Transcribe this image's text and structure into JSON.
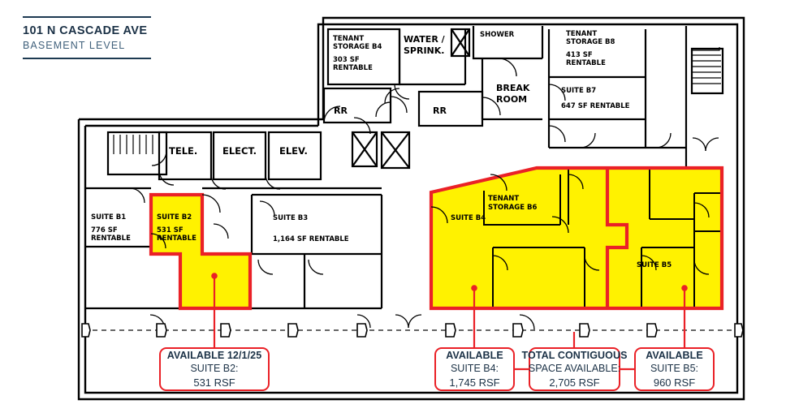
{
  "header": {
    "address": "101 N CASCADE AVE",
    "level": "BASEMENT LEVEL"
  },
  "colors": {
    "accent_red": "#ea2127",
    "highlight_yellow": "#fff200",
    "title_navy": "#1b3146",
    "wall_black": "#000000"
  },
  "plan": {
    "rooms": [
      {
        "id": "tenant-storage-b4",
        "name": "TENANT STORAGE B4",
        "area": "303 SF RENTABLE",
        "highlighted": false
      },
      {
        "id": "water-sprink",
        "name": "WATER / SPRINK.",
        "area": "",
        "highlighted": false
      },
      {
        "id": "shower",
        "name": "SHOWER",
        "area": "",
        "highlighted": false
      },
      {
        "id": "tenant-storage-b8",
        "name": "TENANT STORAGE B8",
        "area": "413 SF RENTABLE",
        "highlighted": false
      },
      {
        "id": "break-room",
        "name": "BREAK ROOM",
        "area": "",
        "highlighted": false
      },
      {
        "id": "suite-b7",
        "name": "SUITE B7",
        "area": "647 SF RENTABLE",
        "highlighted": false
      },
      {
        "id": "restroom-left",
        "name": "RR",
        "area": "",
        "highlighted": false
      },
      {
        "id": "restroom-right",
        "name": "RR",
        "area": "",
        "highlighted": false
      },
      {
        "id": "tele",
        "name": "TELE.",
        "area": "",
        "highlighted": false
      },
      {
        "id": "elect",
        "name": "ELECT.",
        "area": "",
        "highlighted": false
      },
      {
        "id": "elev",
        "name": "ELEV.",
        "area": "",
        "highlighted": false
      },
      {
        "id": "suite-b1",
        "name": "SUITE B1",
        "area": "776 SF RENTABLE",
        "highlighted": false
      },
      {
        "id": "suite-b2",
        "name": "SUITE B2",
        "area": "531 SF RENTABLE",
        "highlighted": true
      },
      {
        "id": "suite-b3",
        "name": "SUITE B3",
        "area": "1,164 SF RENTABLE",
        "highlighted": false
      },
      {
        "id": "tenant-storage-b6",
        "name": "TENANT STORAGE B6",
        "area": "",
        "highlighted": true
      },
      {
        "id": "suite-b4",
        "name": "SUITE B4",
        "area": "",
        "highlighted": true
      },
      {
        "id": "suite-b5",
        "name": "SUITE B5",
        "area": "",
        "highlighted": true
      }
    ],
    "labels": {
      "tenant_storage_b4_name": "TENANT STORAGE B4",
      "tenant_storage_b4_l1": "TENANT",
      "tenant_storage_b4_l2": "STORAGE B4",
      "tenant_storage_b4_a1": "303 SF",
      "tenant_storage_b4_a2": "RENTABLE",
      "water_l1": "WATER /",
      "water_l2": "SPRINK.",
      "shower": "SHOWER",
      "tenant_storage_b8_l1": "TENANT",
      "tenant_storage_b8_l2": "STORAGE B8",
      "tenant_storage_b8_a1": "413 SF",
      "tenant_storage_b8_a2": "RENTABLE",
      "break_l1": "BREAK",
      "break_l2": "ROOM",
      "suite_b7_name": "SUITE B7",
      "suite_b7_area": "647 SF RENTABLE",
      "rr_left": "RR",
      "rr_right": "RR",
      "tele": "TELE.",
      "elect": "ELECT.",
      "elev": "ELEV.",
      "suite_b1_name": "SUITE B1",
      "suite_b1_a1": "776 SF",
      "suite_b1_a2": "RENTABLE",
      "suite_b2_name": "SUITE B2",
      "suite_b2_a1": "531 SF",
      "suite_b2_a2": "RENTABLE",
      "suite_b3_name": "SUITE B3",
      "suite_b3_area": "1,164 SF RENTABLE",
      "tenant_storage_b6_l1": "TENANT",
      "tenant_storage_b6_l2": "STORAGE B6",
      "suite_b4_name": "SUITE B4",
      "suite_b5_name": "SUITE B5"
    }
  },
  "callouts": [
    {
      "id": "callout-b2",
      "header": "AVAILABLE 12/1/25",
      "suite": "SUITE B2:",
      "size": "531 RSF"
    },
    {
      "id": "callout-b4",
      "header": "AVAILABLE",
      "suite": "SUITE B4:",
      "size": "1,745 RSF"
    },
    {
      "id": "callout-total",
      "header": "TOTAL CONTIGUOUS",
      "suite": "SPACE AVAILABLE:",
      "size": "2,705 RSF"
    },
    {
      "id": "callout-b5",
      "header": "AVAILABLE",
      "suite": "SUITE B5:",
      "size": "960 RSF"
    }
  ]
}
